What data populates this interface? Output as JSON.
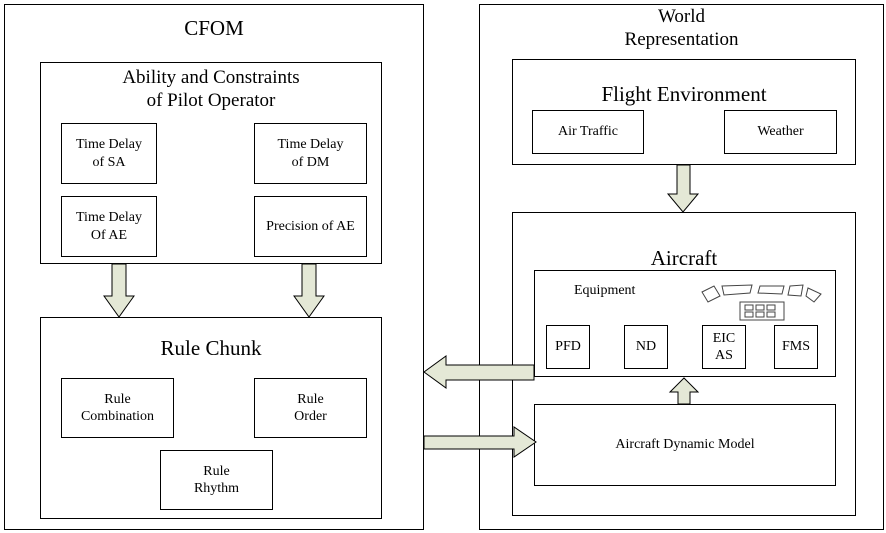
{
  "cfom": {
    "title": "CFOM",
    "ability": {
      "title": "Ability and Constraints\nof Pilot Operator",
      "items": [
        "Time Delay\nof SA",
        "Time Delay\nof DM",
        "Time Delay\nOf AE",
        "Precision of AE"
      ]
    },
    "rule_chunk": {
      "title": "Rule Chunk",
      "items": [
        "Rule\nCombination",
        "Rule\nOrder",
        "Rule\nRhythm"
      ]
    }
  },
  "world": {
    "title": "World\nRepresentation",
    "flight_env": {
      "title": "Flight Environment",
      "items": [
        "Air Traffic",
        "Weather"
      ]
    },
    "aircraft": {
      "title": "Aircraft",
      "equipment": {
        "title": "Equipment",
        "items": [
          "PFD",
          "ND",
          "EIC\nAS",
          "FMS"
        ]
      },
      "dynamic_model": "Aircraft Dynamic Model"
    }
  },
  "colors": {
    "arrow_fill": "#e4e8d6",
    "stroke": "#000000"
  }
}
